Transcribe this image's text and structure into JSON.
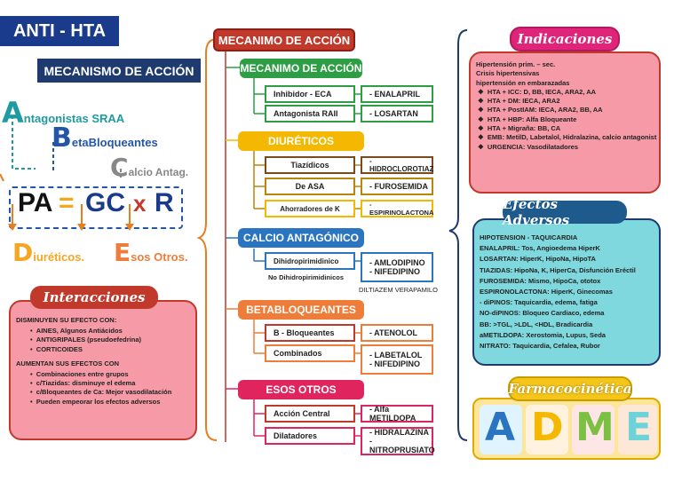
{
  "title": "ANTI - HTA",
  "left": {
    "mechanism_title": "MECANISMO DE ACCIÓN",
    "items": [
      {
        "letter": "A",
        "rest": "ntagonistas SRAA",
        "color": "#1f9aa0"
      },
      {
        "letter": "B",
        "rest": "etaBloqueantes",
        "color": "#2356a8"
      },
      {
        "letter": "C",
        "rest": "alcio Antag.",
        "color": "#888888"
      }
    ],
    "formula": {
      "pa": "PA",
      "eq": "=",
      "gc": "GC",
      "x": "x",
      "r": "R"
    },
    "bottom": [
      {
        "letter": "D",
        "rest": "iuréticos.",
        "color": "#f5a623"
      },
      {
        "letter": "E",
        "rest": "sos Otros.",
        "color": "#ee7d3a"
      }
    ]
  },
  "interacciones": {
    "title": "Interacciones",
    "dec_title": "DISMINUYEN SU EFECTO CON:",
    "dec_items": [
      "AINES, Algunos Antiácidos",
      "ANTIGRIPALES (pseudoefedrina)",
      "CORTICOIDES"
    ],
    "inc_title": "AUMENTAN SUS EFECTOS CON",
    "inc_items": [
      "Combinaciones entre grupos",
      "c/Tiazidas: disminuye el edema",
      "c/Bloqueantes de Ca: Mejor vasodilatación",
      "Pueden empeorar los efectos adversos"
    ]
  },
  "center": {
    "main_title": "MECANIMO DE ACCIÓN",
    "sections": [
      {
        "title": "MECANIMO DE ACCIÓN",
        "rows": [
          {
            "name": "Inhibidor - ECA",
            "drugs": [
              "- ENALAPRIL"
            ]
          },
          {
            "name": "Antagonista RAII",
            "drugs": [
              "- LOSARTAN"
            ]
          }
        ]
      },
      {
        "title": "DIURÉTICOS",
        "rows": [
          {
            "name": "Tiazídicos",
            "drugs": [
              "- HIDROCLOROTIAZ"
            ]
          },
          {
            "name": "De ASA",
            "drugs": [
              "- FUROSEMIDA"
            ]
          },
          {
            "name": "Ahorradores de K",
            "drugs": [
              "- ESPIRINOLACTONA"
            ]
          }
        ]
      },
      {
        "title": "CALCIO ANTAGÓNICO",
        "rows": [
          {
            "name": "Dihidropirimidinico",
            "drugs": [
              "- AMLODIPINO",
              "- NIFEDIPINO"
            ]
          }
        ],
        "extra": "No Dihidropirimidinicos",
        "extra_drug": "DILTIAZEM VERAPAMILO"
      },
      {
        "title": "BETABLOQUEANTES",
        "rows": [
          {
            "name": "B - Bloqueantes",
            "drugs": [
              "- ATENOLOL"
            ]
          },
          {
            "name": "Combinados",
            "drugs": [
              "- LABETALOL",
              "- NIFEDIPINO"
            ]
          }
        ]
      },
      {
        "title": "ESOS OTROS",
        "rows": [
          {
            "name": "Acción Central",
            "drugs": [
              "- Alfa METILDOPA"
            ]
          },
          {
            "name": "Dilatadores",
            "drugs": [
              "- HIDRALAZINA",
              "- NITROPRUSIATO"
            ]
          }
        ]
      }
    ]
  },
  "indicaciones": {
    "title": "Indicaciones",
    "intro": [
      "Hipertensión prim. – sec.",
      "Crisis hipertensivas",
      "hipertensión en embarazadas"
    ],
    "items": [
      "HTA + ICC: D, BB, IECA, ARA2, AA",
      "HTA + DM: IECA, ARA2",
      "HTA + PostIAM: IECA, ARA2, BB, AA",
      "HTA + HBP: Alfa Bloqueante",
      "HTA + Migraña: BB, CA",
      "EMB: MetilD, Labetalol, Hidralazina, calcio antagonist",
      "URGENCIA: Vasodilatadores"
    ]
  },
  "efectos": {
    "title": "Efectos Adversos",
    "items": [
      "HIPOTENSION - TAQUICARDIA",
      "ENALAPRIL: Tos, Angioedema HiperK",
      "LOSARTAN: HiperK, HipoNa, HipoTA",
      "TIAZIDAS: HipoNa, K, HiperCa, Disfunción Eréctil",
      "FUROSEMIDA: Mismo, HipoCa, ototox",
      "ESPIRONOLACTONA: HiperK, Ginecomas",
      "- diPINOS: Taquicardia, edema, fatiga",
      "NO-diPINOS: Bloqueo Cardiaco, edema",
      "BB: >TGL, >LDL, <HDL, Bradicardia",
      "aMETILDOPA: Xerostomia, Lupus, Seda",
      "NITRATO: Taquicardia, Cefalea, Rubor"
    ]
  },
  "farmaco": {
    "title": "Farmacocinética",
    "letters": [
      "A",
      "D",
      "M",
      "E"
    ]
  }
}
